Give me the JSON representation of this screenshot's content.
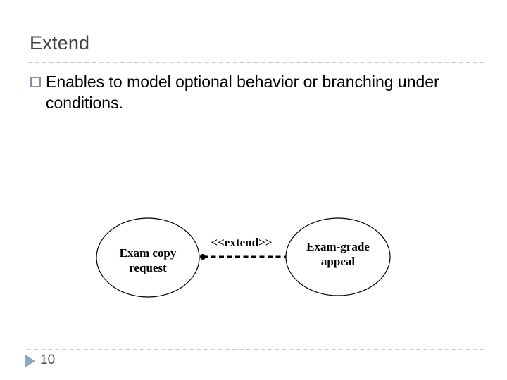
{
  "slide": {
    "title": "Extend",
    "bullet": {
      "marker_style": "outlined-square",
      "text": "Enables to model optional behavior or branching under conditions."
    },
    "page_number": "10"
  },
  "diagram": {
    "type": "uml-use-case",
    "use_cases": [
      {
        "id": "left",
        "label": "Exam copy request"
      },
      {
        "id": "right",
        "label": "Exam-grade appeal"
      }
    ],
    "connector": {
      "label": "<<extend>>",
      "style": "dashed",
      "from": "Exam copy request",
      "to": "Exam-grade appeal",
      "start_marker": "filled-dot"
    }
  },
  "colors": {
    "background": "#ffffff",
    "title_text": "#3f4347",
    "body_text": "#000000",
    "separator": "#c6ccd1",
    "bullet_marker_border": "#87919b",
    "footer_arrow": "#8ea6bf",
    "page_number_text": "#4a4e53",
    "diagram_stroke": "#000000"
  }
}
